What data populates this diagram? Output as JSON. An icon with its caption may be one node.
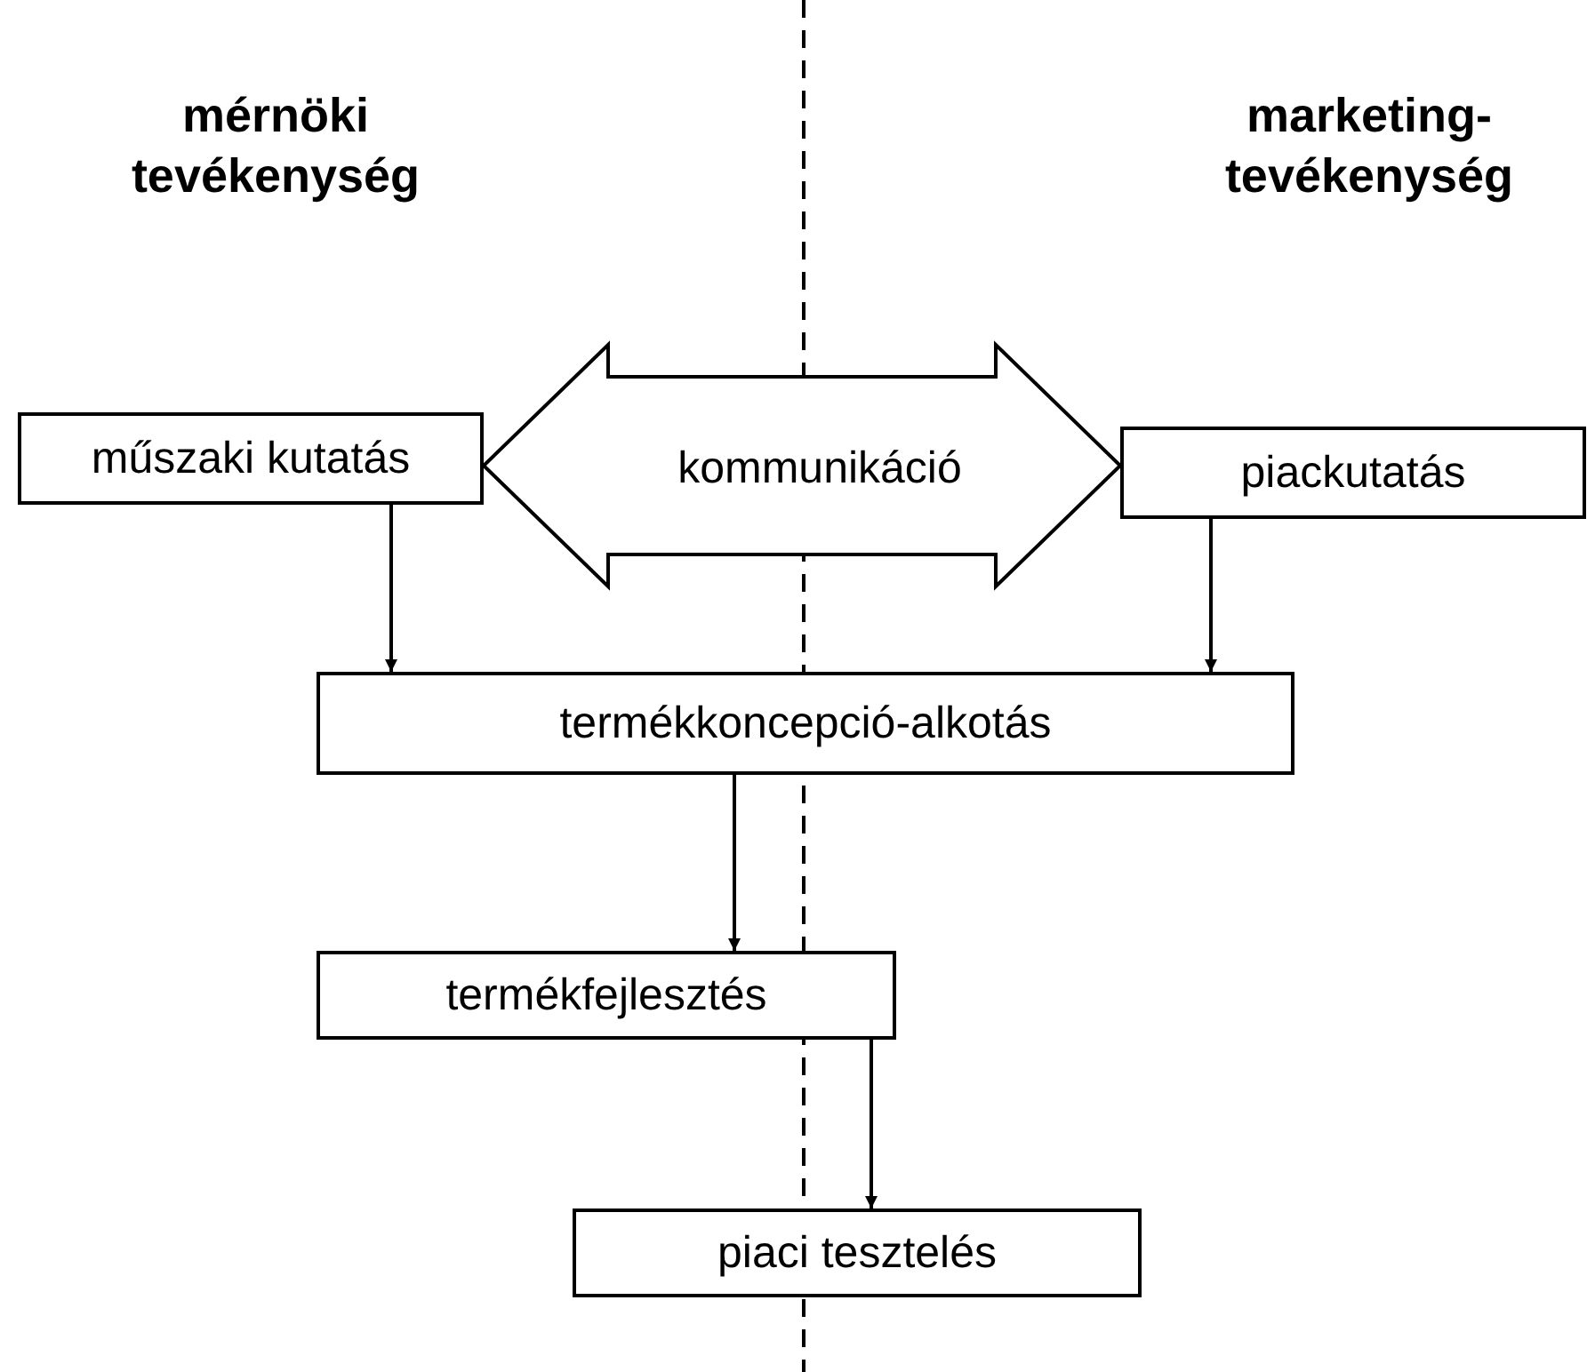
{
  "diagram": {
    "nodes": [
      {
        "text": [
          "műszaki kutatás"
        ]
      },
      {
        "text": [
          "piackutatás"
        ]
      },
      {
        "text": [
          "termékkoncepció-alkotás"
        ]
      },
      {
        "text": [
          "termékfejlesztés"
        ]
      },
      {
        "text": [
          "piaci tesztelés"
        ]
      }
    ],
    "edges": [
      {
        "from": 0,
        "to": 1,
        "arrow": "both",
        "label": "kommunikáció",
        "style": "thick"
      },
      {
        "from": 0,
        "to": 2,
        "arrow": "to"
      },
      {
        "from": 1,
        "to": 2,
        "arrow": "to"
      },
      {
        "from": 2,
        "to": 3,
        "arrow": "to"
      },
      {
        "from": 3,
        "to": 4,
        "arrow": "to"
      }
    ],
    "labels": [
      "mérnöki tevékenység",
      "marketing- tevékenység"
    ]
  }
}
